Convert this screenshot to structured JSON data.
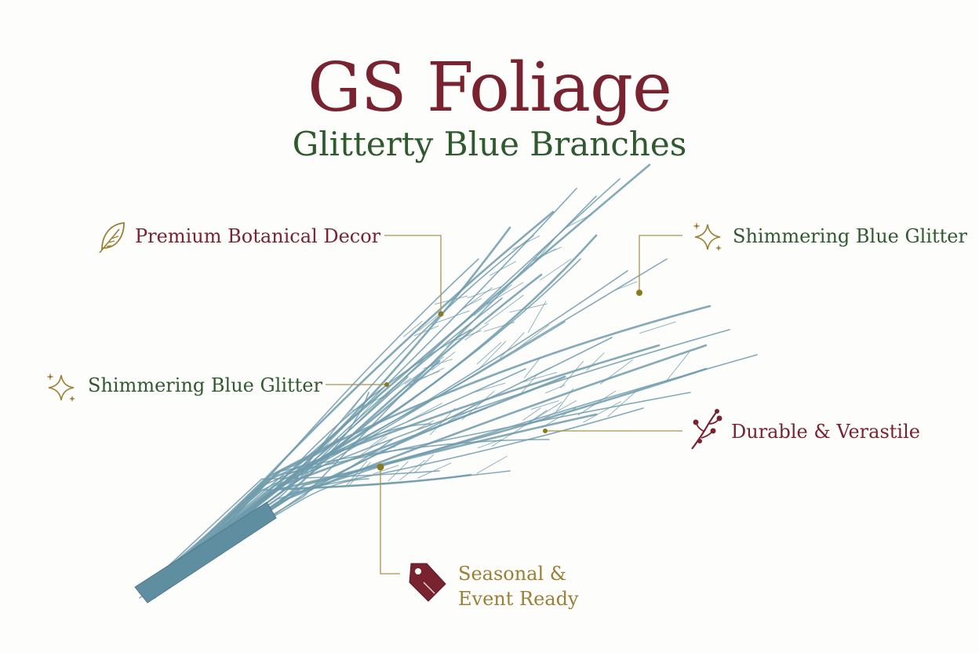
{
  "header": {
    "title": "GS Foliage",
    "subtitle": "Glitterty Blue Branches"
  },
  "callouts": [
    {
      "id": "premium",
      "text": "Premium Botanical Decor",
      "icon": "leaf-icon",
      "color": "#7a2330"
    },
    {
      "id": "glitter-right",
      "text": "Shimmering Blue Glitter",
      "icon": "sparkle-icon",
      "color": "#2f5a2e"
    },
    {
      "id": "glitter-left",
      "text": "Shimmering Blue Glitter",
      "icon": "sparkle-icon",
      "color": "#2f5a2e"
    },
    {
      "id": "durable",
      "text": "Durable & Verastile",
      "icon": "berry-sprig-icon",
      "color": "#7a2330"
    },
    {
      "id": "seasonal",
      "lines": [
        "Seasonal &",
        "Event Ready"
      ],
      "icon": "price-tag-icon",
      "color": "#9b7f33"
    }
  ],
  "colors": {
    "brand_red": "#7a2330",
    "brand_green": "#2f5a2e",
    "accent_gold": "#9b7f33",
    "branch_blue": "#6f9bab",
    "background": "#fdfdfc"
  }
}
